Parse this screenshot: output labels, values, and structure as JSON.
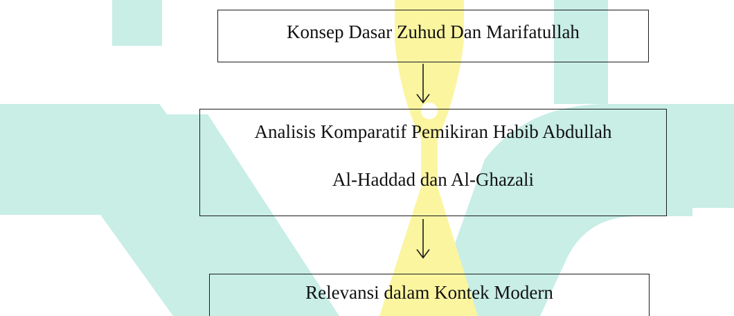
{
  "diagram": {
    "nodes": [
      {
        "id": "node-1",
        "lines": [
          "Konsep Dasar Zuhud Dan Marifatullah"
        ]
      },
      {
        "id": "node-2",
        "lines": [
          "Analisis Komparatif Pemikiran Habib Abdullah",
          "Al-Haddad dan Al-Ghazali"
        ]
      },
      {
        "id": "node-3",
        "lines": [
          "Relevansi dalam Kontek Modern"
        ]
      }
    ],
    "edges": [
      {
        "from": "node-1",
        "to": "node-2"
      },
      {
        "from": "node-2",
        "to": "node-3"
      }
    ]
  },
  "watermark": {
    "colors": {
      "teal": "#c8eee6",
      "yellow": "#fbf5a0"
    }
  }
}
